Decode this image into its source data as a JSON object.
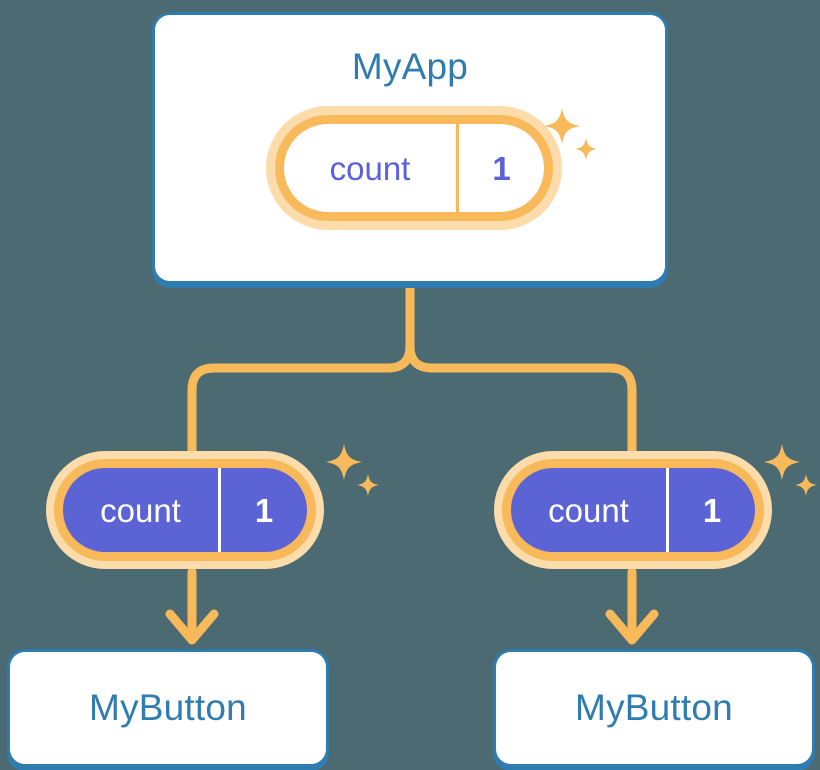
{
  "diagram": {
    "title_text": "MyApp",
    "background_color": "#4c6a72",
    "accent_blue": "#2e7cb0",
    "accent_orange": "#f8b95a",
    "accent_orange_halo": "#fbdcaa",
    "accent_indigo": "#5b63d5"
  },
  "root": {
    "label": "MyApp",
    "state": {
      "key": "count",
      "value": "1"
    },
    "sparkle_icon": "sparkles-icon"
  },
  "children": [
    {
      "state": {
        "key": "count",
        "value": "1"
      },
      "label": "MyButton",
      "sparkle_icon": "sparkles-icon"
    },
    {
      "state": {
        "key": "count",
        "value": "1"
      },
      "label": "MyButton",
      "sparkle_icon": "sparkles-icon"
    }
  ],
  "connectors": {
    "stem_icon": "tree-branch-connector",
    "arrow_icon": "arrow-down-icon"
  }
}
